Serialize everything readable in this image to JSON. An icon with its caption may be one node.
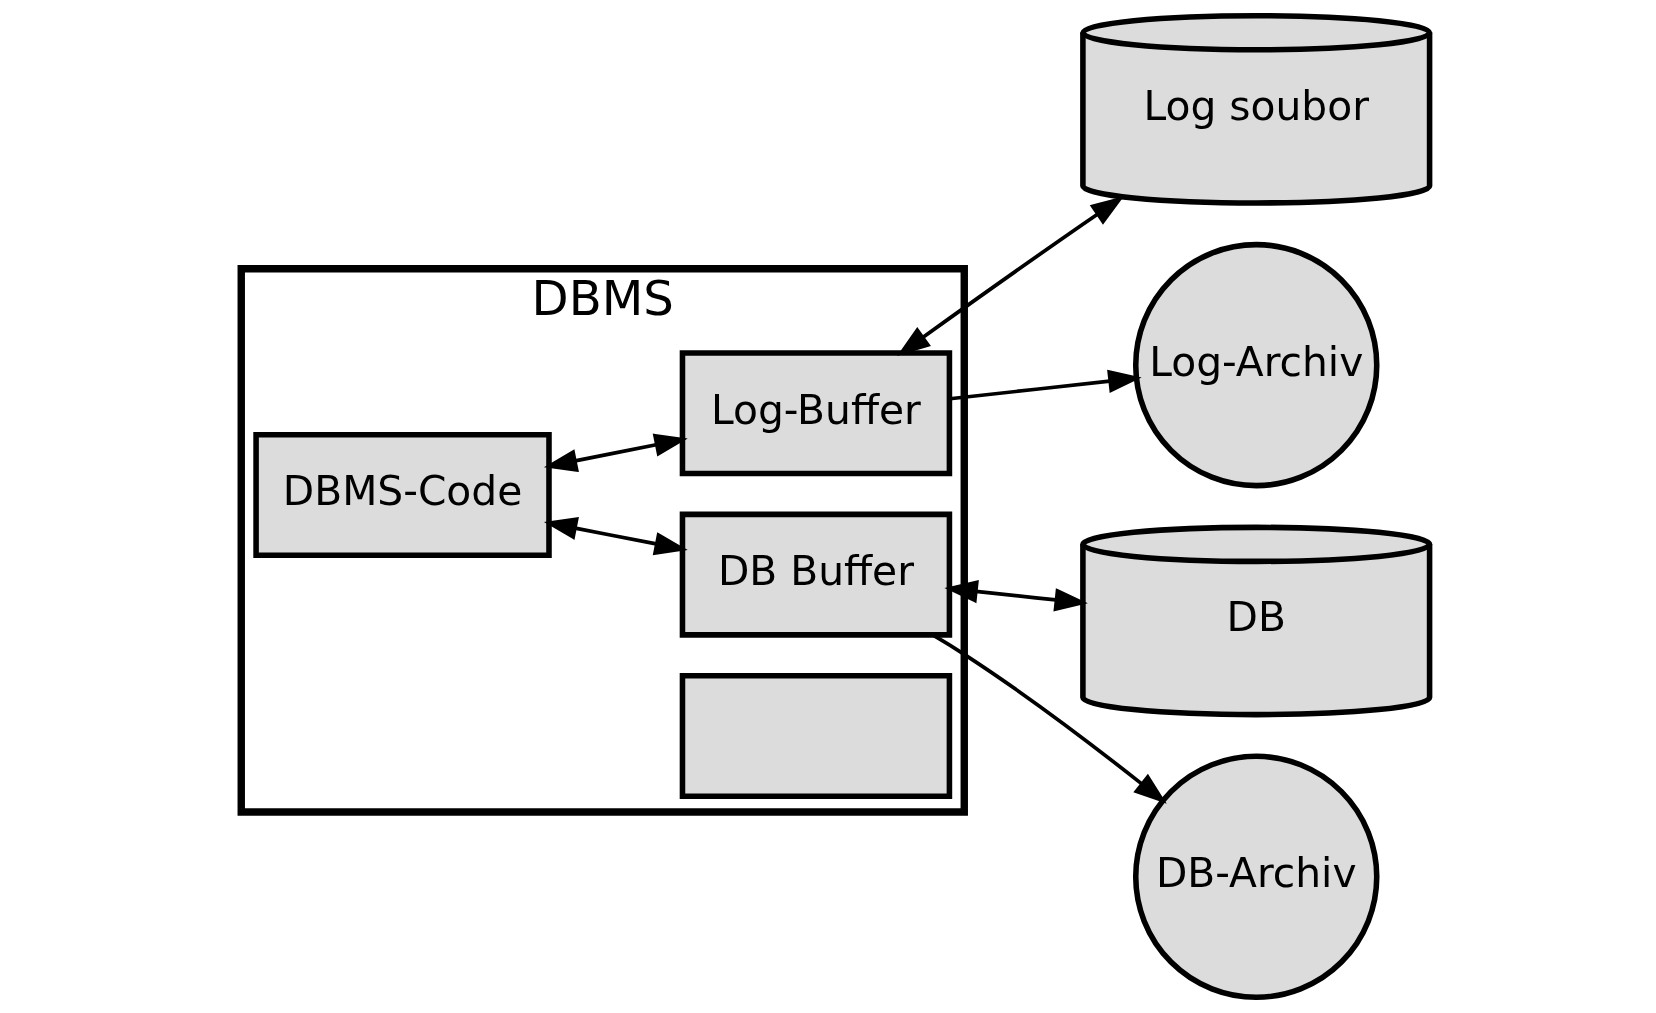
{
  "diagram": {
    "nodes": [
      {
        "text": [
          "DBMS"
        ]
      },
      {
        "text": [
          "DBMS-Code"
        ],
        "in": 0
      },
      {
        "text": [
          "Log-Buffer"
        ],
        "in": 0
      },
      {
        "text": [],
        "shape": "box",
        "in": 0
      },
      {
        "text": [
          "DB Buffer"
        ],
        "in": 0
      },
      {
        "text": [
          "Log soubor"
        ]
      },
      {
        "text": [
          "Log-Archiv"
        ]
      },
      {
        "text": [
          "DB"
        ]
      },
      {
        "text": [
          "DB-Archiv"
        ]
      }
    ],
    "edges": [
      {
        "from": 1,
        "to": 2,
        "arrow": "both"
      },
      {
        "from": 1,
        "to": 4,
        "arrow": "both"
      },
      {
        "from": 2,
        "to": 5,
        "arrow": "both"
      },
      {
        "from": 2,
        "to": 6,
        "arrow": "to"
      },
      {
        "from": 4,
        "to": 7,
        "arrow": "both"
      },
      {
        "from": 4,
        "to": 8,
        "arrow": "to"
      }
    ]
  }
}
